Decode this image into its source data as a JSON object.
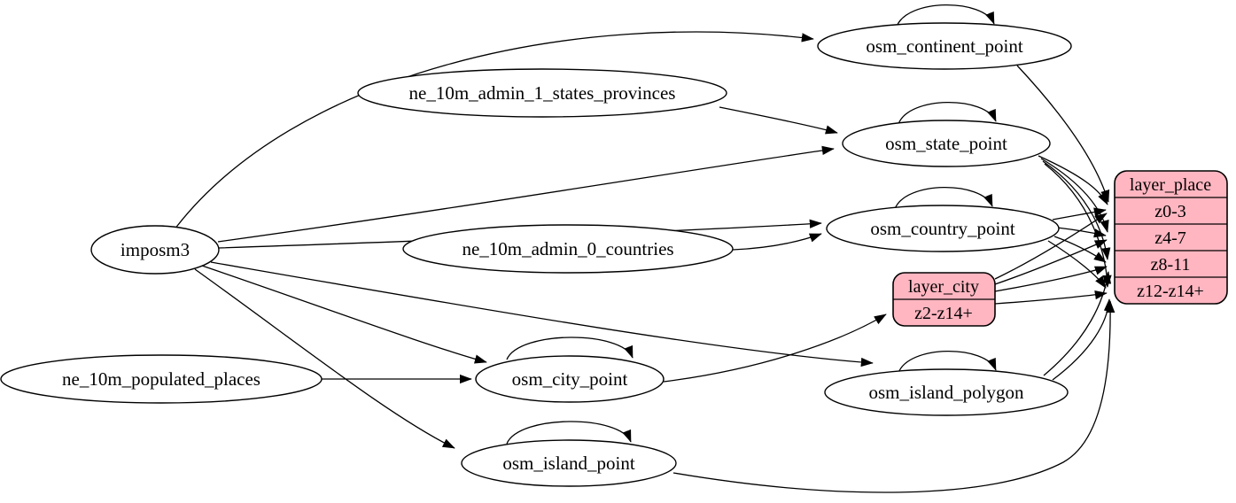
{
  "diagram": {
    "kind": "etl-graph",
    "colors": {
      "record_fill": "#ffb6c1",
      "table_fill": "#ffffff",
      "stroke": "#000000"
    },
    "nodes": {
      "imposm3": {
        "label": "imposm3",
        "shape": "ellipse"
      },
      "ne_10m_admin_1_states_provinces": {
        "label": "ne_10m_admin_1_states_provinces",
        "shape": "ellipse"
      },
      "ne_10m_admin_0_countries": {
        "label": "ne_10m_admin_0_countries",
        "shape": "ellipse"
      },
      "ne_10m_populated_places": {
        "label": "ne_10m_populated_places",
        "shape": "ellipse"
      },
      "osm_continent_point": {
        "label": "osm_continent_point",
        "shape": "ellipse"
      },
      "osm_state_point": {
        "label": "osm_state_point",
        "shape": "ellipse"
      },
      "osm_country_point": {
        "label": "osm_country_point",
        "shape": "ellipse"
      },
      "osm_city_point": {
        "label": "osm_city_point",
        "shape": "ellipse"
      },
      "osm_island_polygon": {
        "label": "osm_island_polygon",
        "shape": "ellipse"
      },
      "osm_island_point": {
        "label": "osm_island_point",
        "shape": "ellipse"
      },
      "layer_city": {
        "header": "layer_city",
        "rows": [
          "z2-z14+"
        ],
        "shape": "record"
      },
      "layer_place": {
        "header": "layer_place",
        "rows": [
          "z0-3",
          "z4-7",
          "z8-11",
          "z12-z14+"
        ],
        "shape": "record"
      }
    },
    "edges": [
      {
        "from": "imposm3",
        "to": "osm_continent_point"
      },
      {
        "from": "imposm3",
        "to": "osm_state_point"
      },
      {
        "from": "imposm3",
        "to": "osm_country_point"
      },
      {
        "from": "imposm3",
        "to": "osm_city_point"
      },
      {
        "from": "imposm3",
        "to": "osm_island_polygon"
      },
      {
        "from": "imposm3",
        "to": "osm_island_point"
      },
      {
        "from": "ne_10m_admin_1_states_provinces",
        "to": "osm_state_point"
      },
      {
        "from": "ne_10m_admin_0_countries",
        "to": "osm_country_point"
      },
      {
        "from": "ne_10m_populated_places",
        "to": "osm_city_point"
      },
      {
        "from": "osm_continent_point",
        "to": "osm_continent_point"
      },
      {
        "from": "osm_state_point",
        "to": "osm_state_point"
      },
      {
        "from": "osm_country_point",
        "to": "osm_country_point"
      },
      {
        "from": "osm_city_point",
        "to": "osm_city_point"
      },
      {
        "from": "osm_island_polygon",
        "to": "osm_island_polygon"
      },
      {
        "from": "osm_island_point",
        "to": "osm_island_point"
      },
      {
        "from": "osm_continent_point",
        "to": "layer_place",
        "port": "z0-3"
      },
      {
        "from": "osm_state_point",
        "to": "layer_place",
        "port": "z0-3"
      },
      {
        "from": "osm_state_point",
        "to": "layer_place",
        "port": "z4-7"
      },
      {
        "from": "osm_state_point",
        "to": "layer_place",
        "port": "z8-11"
      },
      {
        "from": "osm_state_point",
        "to": "layer_place",
        "port": "z12-z14+"
      },
      {
        "from": "osm_country_point",
        "to": "layer_place",
        "port": "z0-3"
      },
      {
        "from": "osm_country_point",
        "to": "layer_place",
        "port": "z4-7"
      },
      {
        "from": "osm_country_point",
        "to": "layer_place",
        "port": "z8-11"
      },
      {
        "from": "osm_country_point",
        "to": "layer_place",
        "port": "z12-z14+"
      },
      {
        "from": "osm_city_point",
        "to": "layer_city",
        "port": "z2-z14+"
      },
      {
        "from": "layer_city",
        "to": "layer_place",
        "port": "z0-3"
      },
      {
        "from": "layer_city",
        "to": "layer_place",
        "port": "z4-7"
      },
      {
        "from": "layer_city",
        "to": "layer_place",
        "port": "z8-11"
      },
      {
        "from": "layer_city",
        "to": "layer_place",
        "port": "z12-z14+"
      },
      {
        "from": "osm_island_polygon",
        "to": "layer_place",
        "port": "z8-11"
      },
      {
        "from": "osm_island_polygon",
        "to": "layer_place",
        "port": "z12-z14+"
      },
      {
        "from": "osm_island_point",
        "to": "layer_place",
        "port": "z12-z14+"
      }
    ]
  }
}
